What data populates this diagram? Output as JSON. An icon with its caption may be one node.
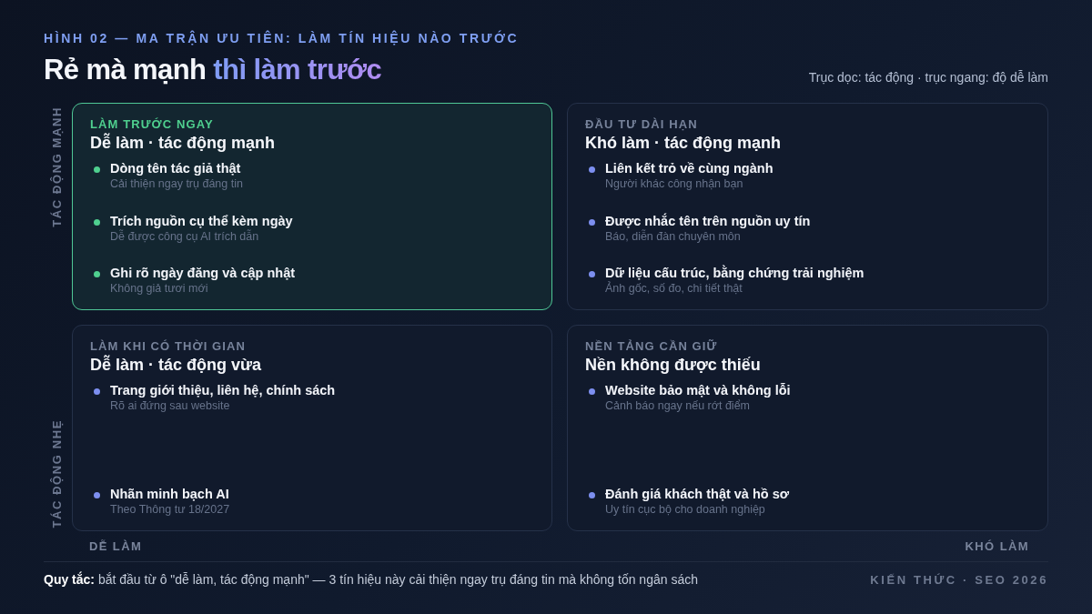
{
  "diagram": {
    "title": "Rẻ mà mạnh *thì làm trước*",
    "caption": "**Quy tắc:** bắt đầu từ ô \"dễ làm, tác động mạnh\" — 3 tín hiệu này cải thiện ngay trụ đáng tin mà không tốn ngân sách",
    "nodes": [
      {
        "text": [
          "LÀM TRƯỚC NGAY",
          "Dễ làm · tác động mạnh",
          "Dòng tên tác giả thật",
          "Cải thiện ngay trụ đáng tin",
          "Trích nguồn cụ thể kèm ngày",
          "Dễ được công cụ AI trích dẫn",
          "Ghi rõ ngày đăng và cập nhật",
          "Không giả tươi mới"
        ]
      },
      {
        "text": [
          "ĐẦU TƯ DÀI HẠN",
          "Khó làm · tác động mạnh",
          "Liên kết trỏ về cùng ngành",
          "Người khác công nhận bạn",
          "Được nhắc tên trên nguồn uy tín",
          "Báo, diễn đàn chuyên môn",
          "Dữ liệu cấu trúc, bằng chứng trải nghiệm",
          "Ảnh gốc, số đo, chi tiết thật"
        ]
      },
      {
        "text": [
          "LÀM KHI CÓ THỜI GIAN",
          "Dễ làm · tác động vừa",
          "Trang giới thiệu, liên hệ, chính sách",
          "Rõ ai đứng sau website",
          "Nhãn minh bạch AI",
          "Theo Thông tư 18/2027"
        ]
      },
      {
        "text": [
          "NỀN TẢNG CẦN GIỮ",
          "Nền không được thiếu",
          "Website bảo mật và không lỗi",
          "Cảnh báo ngay nếu rớt điểm",
          "Đánh giá khách thật và hồ sơ",
          "Uy tín cục bộ cho doanh nghiệp"
        ]
      }
    ],
    "labels": [
      "HÌNH 02 — MA TRẬN ƯU TIÊN: LÀM TÍN HIỆU NÀO TRƯỚC",
      "Trục dọc: tác động · trục ngang: độ dễ làm",
      "TÁC ĐỘNG MẠNH",
      "TÁC ĐỘNG NHẸ",
      "DỄ LÀM",
      "KHÓ LÀM",
      "KIẾN THỨC · SEO 2026"
    ]
  }
}
